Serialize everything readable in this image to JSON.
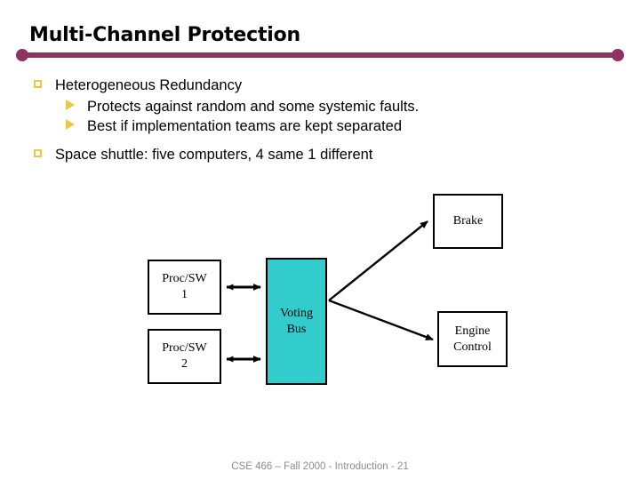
{
  "slide": {
    "title": "Multi-Channel Protection",
    "footer": "CSE 466 – Fall 2000 - Introduction - 21",
    "accent_color": "#8E3262",
    "bullet_color": "#E8C84A",
    "teal_color": "#33CCCC"
  },
  "bullets": [
    {
      "level": 1,
      "marker": "hollow-square-bullet",
      "text": "Heterogeneous Redundancy"
    },
    {
      "level": 2,
      "marker": "arrow-bullet",
      "text": "Protects against random and some systemic faults."
    },
    {
      "level": 2,
      "marker": "arrow-bullet",
      "text": "Best if implementation teams are kept separated"
    },
    {
      "level": 1,
      "marker": "hollow-square-bullet",
      "text": "Space shuttle: five computers, 4 same 1 different"
    }
  ],
  "diagram": {
    "boxes": {
      "proc1": {
        "label": "Proc/SW\n1",
        "line1": "Proc/SW",
        "line2": "1",
        "fill": "#FFFFFF"
      },
      "proc2": {
        "label": "Proc/SW\n2",
        "line1": "Proc/SW",
        "line2": "2",
        "fill": "#FFFFFF"
      },
      "voting": {
        "line1": "Voting",
        "line2": "Bus",
        "fill": "#33CCCC"
      },
      "brake": {
        "line1": "Brake",
        "fill": "#FFFFFF"
      },
      "engine": {
        "line1": "Engine",
        "line2": "Control",
        "fill": "#FFFFFF"
      }
    },
    "connectors": [
      {
        "name": "proc1-to-voting",
        "type": "double-arrow",
        "from": "proc1",
        "to": "voting"
      },
      {
        "name": "proc2-to-voting",
        "type": "double-arrow",
        "from": "proc2",
        "to": "voting"
      },
      {
        "name": "voting-to-brake",
        "type": "single-arrow",
        "from": "voting",
        "to": "brake"
      },
      {
        "name": "voting-to-engine",
        "type": "single-arrow",
        "from": "voting",
        "to": "engine"
      }
    ]
  }
}
